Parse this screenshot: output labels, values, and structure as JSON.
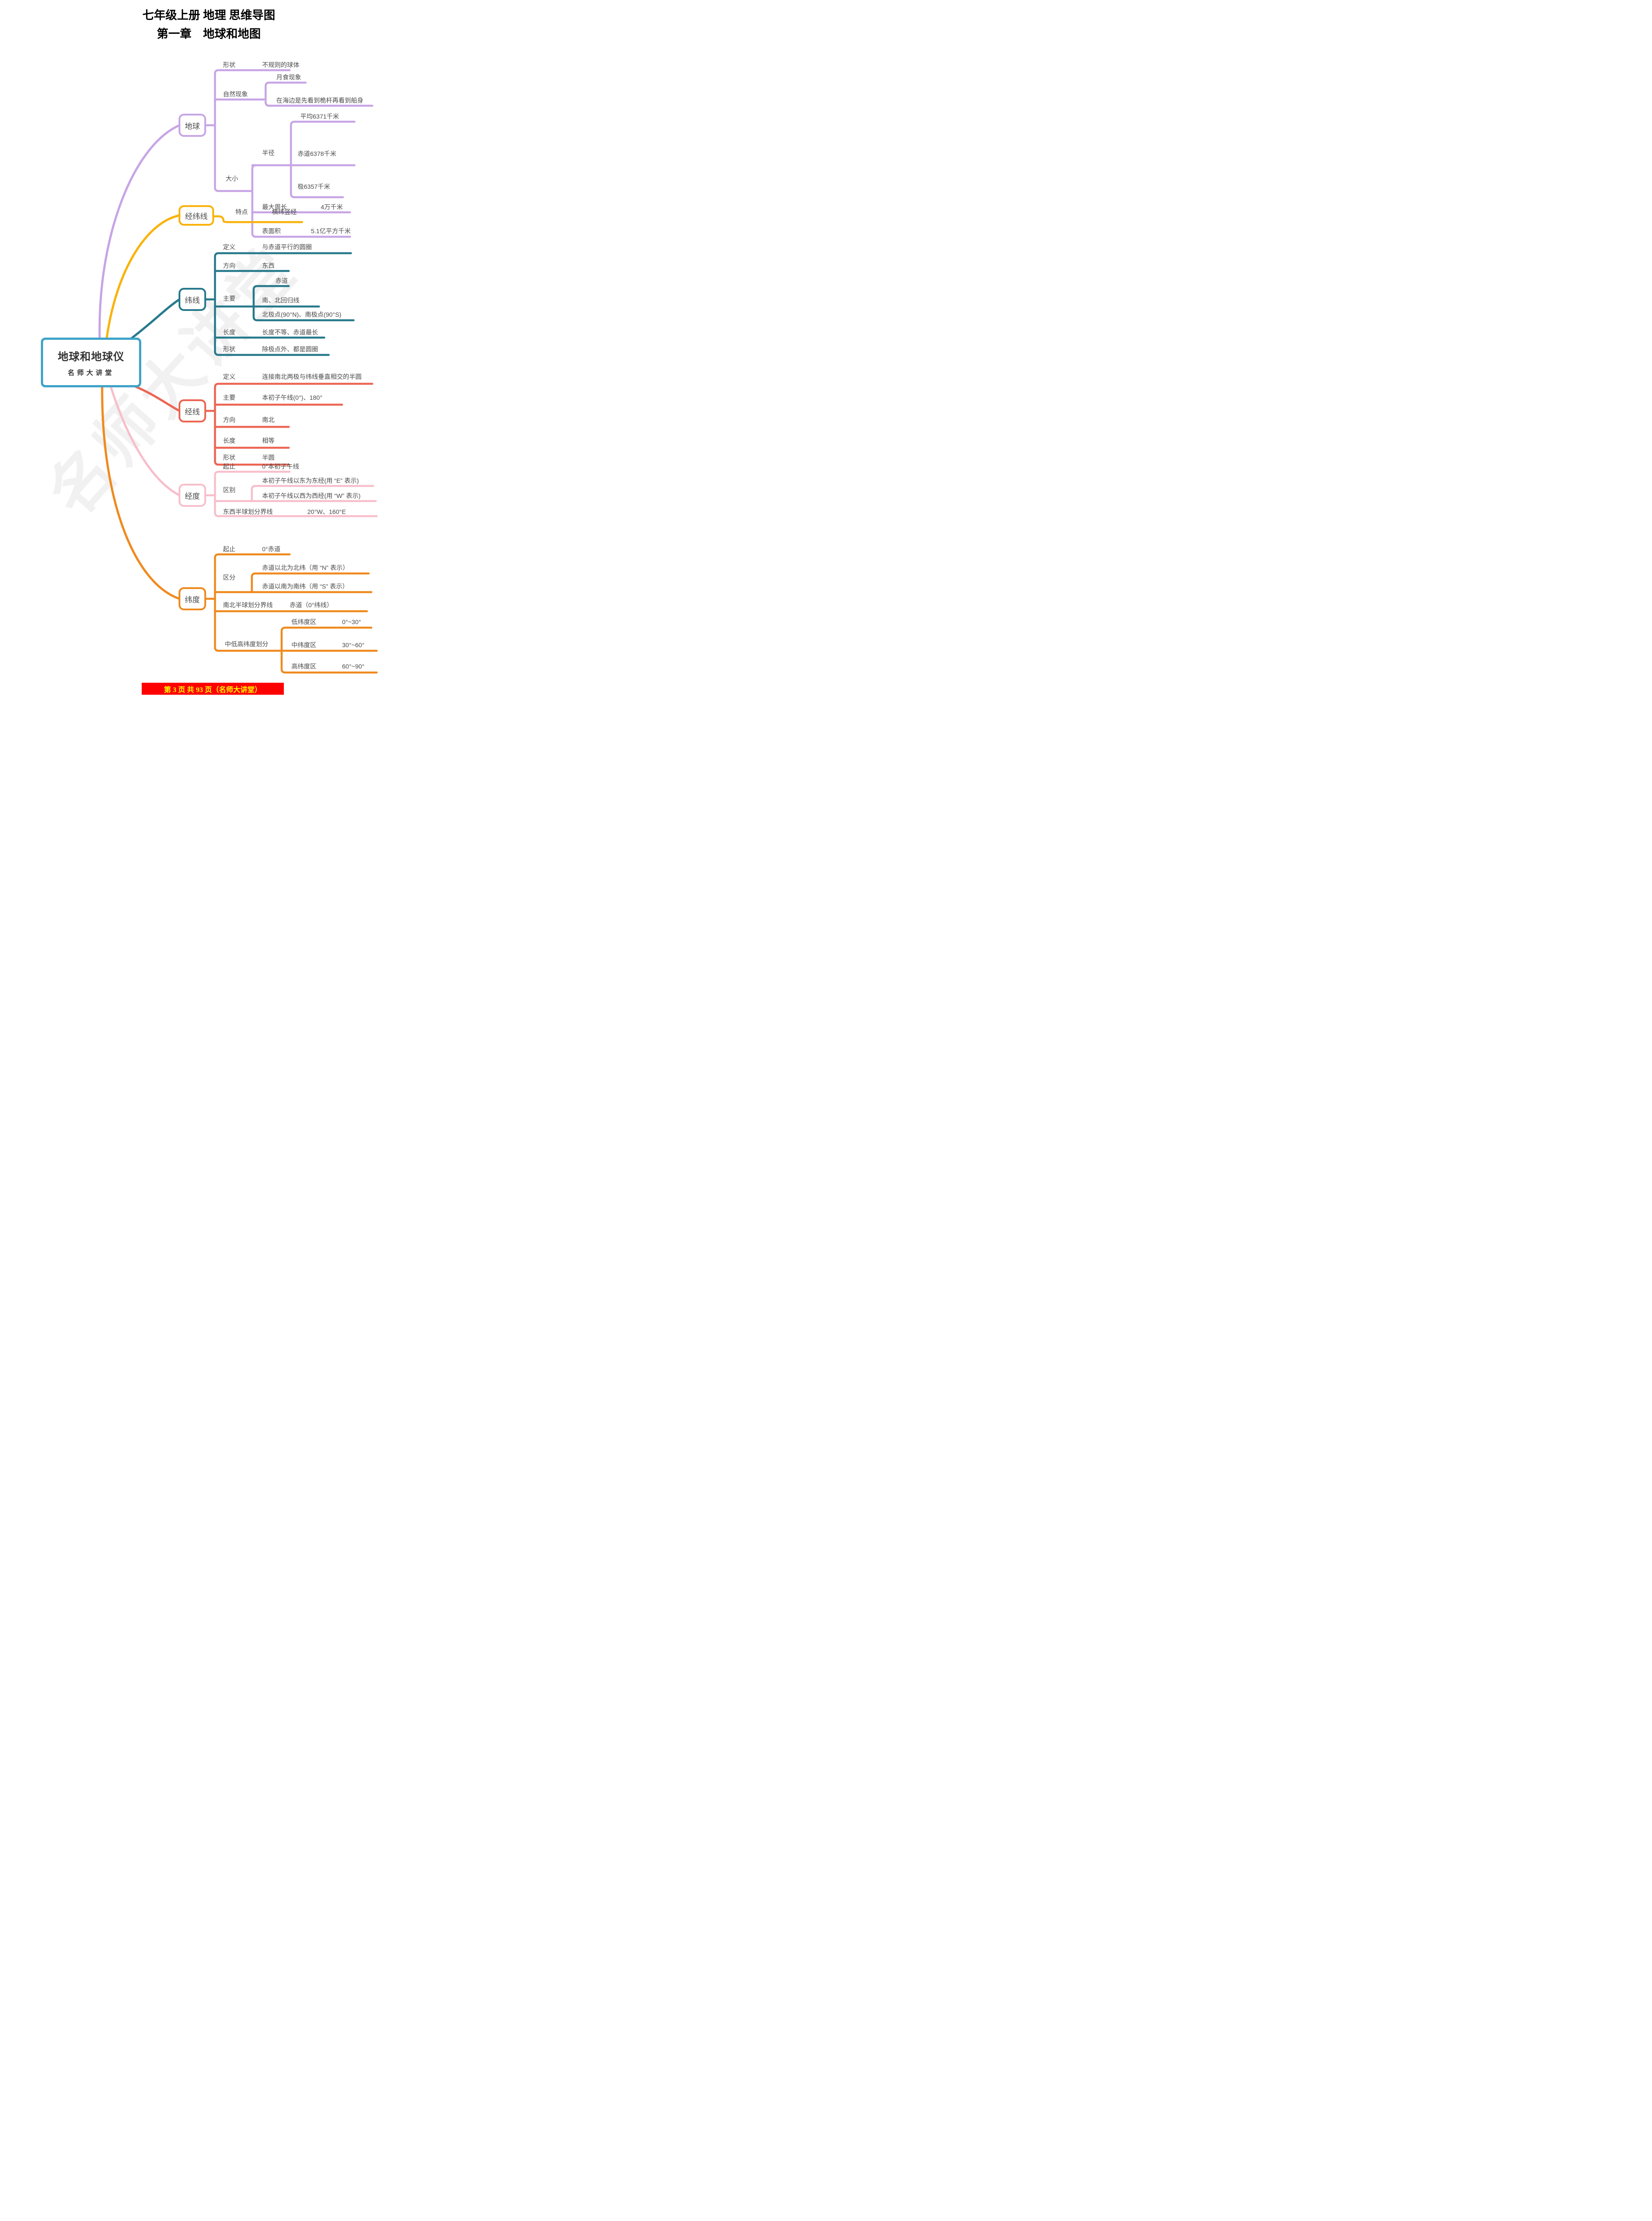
{
  "page": {
    "title_line1": "七年级上册 地理 思维导图",
    "title_line2": "第一章　地球和地图",
    "watermark": "名师大讲堂",
    "footer": "第 3 页 共 93 页（名师大讲堂）"
  },
  "colors": {
    "earth_branch": "#C7A5E6",
    "jingweixian_branch": "#F9B208",
    "weixian_branch": "#27798C",
    "jingxian_branch": "#EC6553",
    "jingdu_branch": "#F7BFCB",
    "weidu_branch": "#EF8A1E",
    "center_border": "#3FA3C9",
    "footer_bg": "#FF0000",
    "footer_text": "#FFFF00",
    "text": "#4A4A4A"
  },
  "center": {
    "title": "地球和地球仪",
    "subtitle": "名师大讲堂"
  },
  "nodes": {
    "earth": "地球",
    "jingweixian": "经纬线",
    "weixian": "纬线",
    "jingxian": "经线",
    "jingdu": "经度",
    "weidu": "纬度"
  },
  "earth": {
    "shape_label": "形状",
    "shape_value": "不规则的球体",
    "nature_label": "自然现象",
    "nature_v1": "月食现象",
    "nature_v2": "在海边是先看到桅杆再看到船身",
    "size_label": "大小",
    "radius_label": "半径",
    "radius_avg": "平均6371千米",
    "radius_equator": "赤道6378千米",
    "radius_polar": "极6357千米",
    "circumference_label": "最大周长",
    "circumference_value": "4万千米",
    "area_label": "表面积",
    "area_value": "5.1亿平方千米"
  },
  "jingweixian": {
    "feature_label": "特点",
    "feature_value": "横纬竖经"
  },
  "weixian": {
    "def_label": "定义",
    "def_value": "与赤道平行的圆圈",
    "dir_label": "方向",
    "dir_value": "东西",
    "main_label": "主要",
    "main_v1": "赤道",
    "main_v2": "南、北回归线",
    "main_v3": "北极点(90°N)、南极点(90°S)",
    "len_label": "长度",
    "len_value": "长度不等、赤道最长",
    "shape_label": "形状",
    "shape_value": "除极点外、都是圆圈"
  },
  "jingxian": {
    "def_label": "定义",
    "def_value": "连接南北两极与纬线垂直相交的半圆",
    "main_label": "主要",
    "main_value": "本初子午线(0°)、180°",
    "dir_label": "方向",
    "dir_value": "南北",
    "len_label": "长度",
    "len_value": "相等",
    "shape_label": "形状",
    "shape_value": "半圆"
  },
  "jingdu": {
    "range_label": "起止",
    "range_value": "0°本初子午线",
    "diff_label": "区别",
    "diff_v1": "本初子午线以东为东经(用 “E” 表示)",
    "diff_v2": "本初子午线以西为西经(用 “W” 表示)",
    "hemi_label": "东西半球划分界线",
    "hemi_value": "20°W、160°E"
  },
  "weidu": {
    "range_label": "起止",
    "range_value": "0°赤道",
    "diff_label": "区分",
    "diff_v1": "赤道以北为北纬（用 “N” 表示）",
    "diff_v2": "赤道以南为南纬（用 “S” 表示）",
    "hemi_label": "南北半球划分界线",
    "hemi_value": "赤道（0°纬线）",
    "zone_label": "中低高纬度划分",
    "zone_l1": "低纬度区",
    "zone_v1": "0°~30°",
    "zone_l2": "中纬度区",
    "zone_v2": "30°~60°",
    "zone_l3": "高纬度区",
    "zone_v3": "60°~90°"
  }
}
